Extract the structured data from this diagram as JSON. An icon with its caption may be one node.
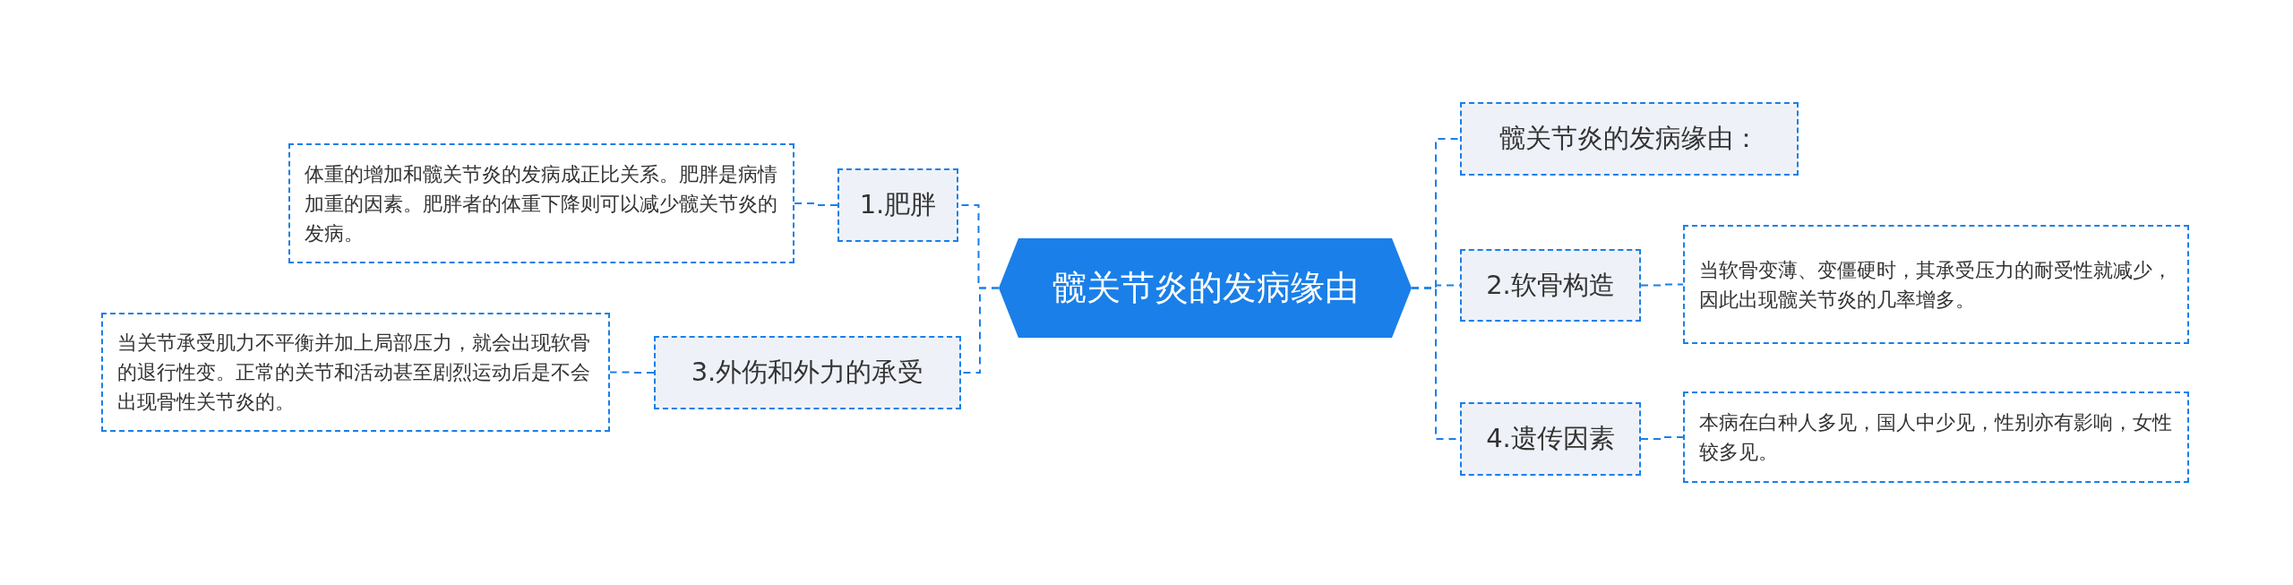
{
  "diagram": {
    "nodes": [
      {
        "text": [
          "髋关节炎的发病缘由"
        ]
      },
      {
        "text": [
          "1.肥胖"
        ]
      },
      {
        "text": [
          "体重的增加和髋关节炎的发病成正比关系。肥胖是病情加重的因素。肥胖者的体重下降则可以减少髋关节炎的发病。"
        ]
      },
      {
        "text": [
          "3.外伤和外力的承受"
        ]
      },
      {
        "text": [
          "当关节承受肌力不平衡并加上局部压力，就会出现软骨的退行性变。正常的关节和活动甚至剧烈运动后是不会出现骨性关节炎的。"
        ]
      },
      {
        "text": [
          "髋关节炎的发病缘由："
        ]
      },
      {
        "text": [
          "2.软骨构造"
        ]
      },
      {
        "text": [
          "当软骨变薄、变僵硬时，其承受压力的耐受性就减少，因此出现髋关节炎的几率增多。"
        ]
      },
      {
        "text": [
          "4.遗传因素"
        ]
      },
      {
        "text": [
          "本病在白种人多见，国人中少见，性别亦有影响，女性较多见。"
        ]
      }
    ],
    "edges": [
      {
        "from": 0,
        "to": 1,
        "arrow": "none"
      },
      {
        "from": 0,
        "to": 3,
        "arrow": "none"
      },
      {
        "from": 0,
        "to": 5,
        "arrow": "none"
      },
      {
        "from": 0,
        "to": 6,
        "arrow": "none"
      },
      {
        "from": 0,
        "to": 8,
        "arrow": "none"
      },
      {
        "from": 1,
        "to": 2,
        "arrow": "none"
      },
      {
        "from": 3,
        "to": 4,
        "arrow": "none"
      },
      {
        "from": 6,
        "to": 7,
        "arrow": "none"
      },
      {
        "from": 8,
        "to": 9,
        "arrow": "none"
      }
    ]
  }
}
